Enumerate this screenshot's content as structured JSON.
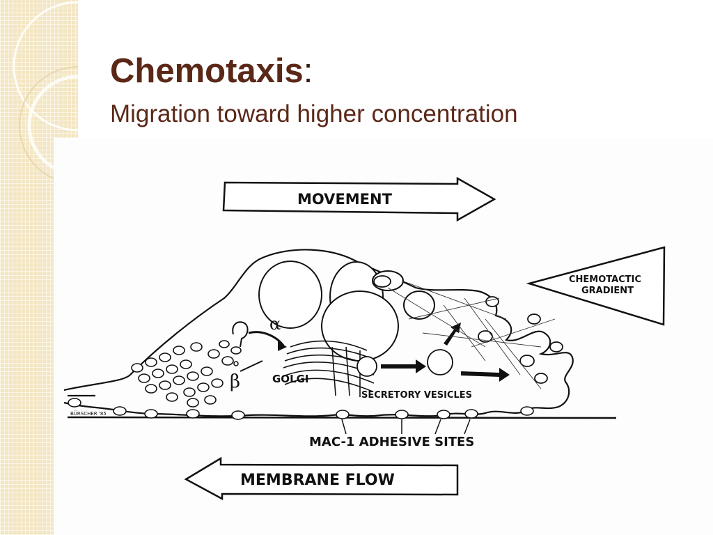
{
  "slide": {
    "title": "Chemotaxis",
    "title_punct": ":",
    "subtitle": "Migration toward higher concentration"
  },
  "figure": {
    "movement_label": "MOVEMENT",
    "gradient_label_line1": "CHEMOTACTIC",
    "gradient_label_line2": "GRADIENT",
    "alpha_symbol": "α",
    "beta_symbol": "β",
    "golgi_label": "GOLGI",
    "vesicles_label": "SECRETORY VESICLES",
    "adhesive_label": "MAC-1 ADHESIVE SITES",
    "membrane_flow_label": "MEMBRANE FLOW",
    "signature": "BÜRSCHER '85"
  }
}
